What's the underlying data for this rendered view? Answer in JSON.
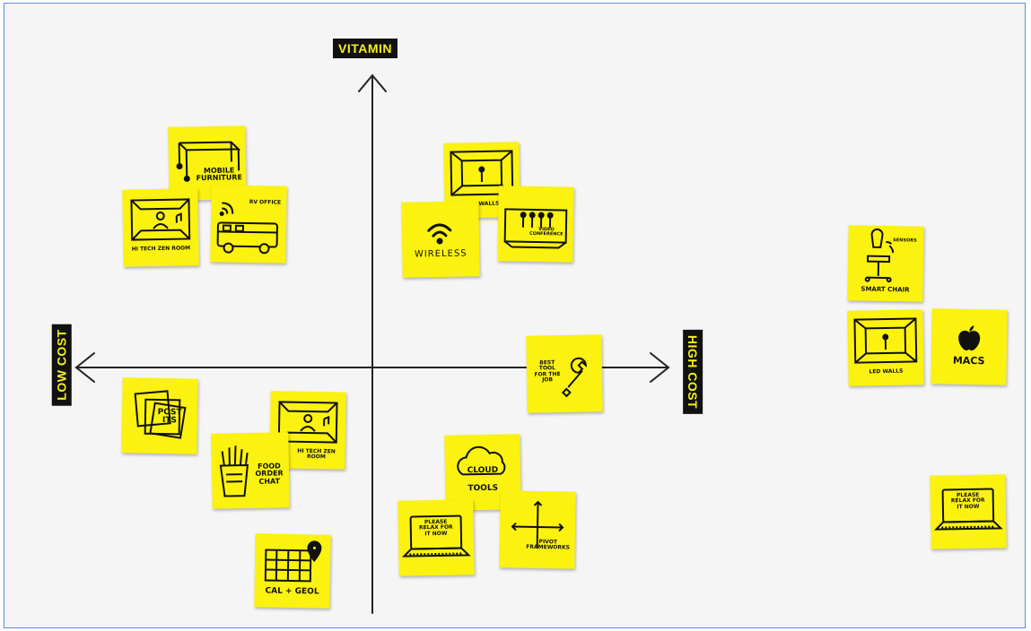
{
  "axes": {
    "top_label": "VITAMIN",
    "left_label": "LOW COST",
    "right_label": "HIGH COST"
  },
  "notes": [
    {
      "id": "mobile-furniture",
      "text": "MOBILE FURNITURE",
      "icon": "table-icon"
    },
    {
      "id": "hi-tech-zen-room-top",
      "text": "HI TECH ZEN ROOM",
      "icon": "zen-room-icon"
    },
    {
      "id": "rv-office",
      "text": "RV OFFICE",
      "icon": "rv-icon"
    },
    {
      "id": "led-walls-center",
      "text": "LED WALLS",
      "icon": "led-room-icon"
    },
    {
      "id": "wireless",
      "text": "WIRELESS",
      "icon": "wifi-icon"
    },
    {
      "id": "video-conference",
      "text": "VIDEO CONFERENCE",
      "icon": "conference-icon"
    },
    {
      "id": "best-tool",
      "text": "BEST TOOL FOR THE JOB",
      "icon": "wrench-icon"
    },
    {
      "id": "post-its",
      "text": "POST ITS",
      "icon": "sticky-notes-icon"
    },
    {
      "id": "hi-tech-zen-room-bottom",
      "text": "HI TECH ZEN ROOM",
      "icon": "zen-room-icon"
    },
    {
      "id": "food-order-chat",
      "text": "FOOD ORDER CHAT",
      "icon": "fries-icon"
    },
    {
      "id": "cal-geol",
      "text": "CAL + GEOL",
      "icon": "map-pin-icon"
    },
    {
      "id": "cloud-tools",
      "text": "CLOUD TOOLS",
      "icon": "cloud-icon"
    },
    {
      "id": "please-relax-center",
      "text": "PLEASE RELAX FOR IT NOW",
      "icon": "laptop-icon"
    },
    {
      "id": "pivot-frameworks",
      "text": "PIVOT FRAMEWORKS",
      "icon": "cross-axis-icon"
    },
    {
      "id": "smart-chair",
      "text": "SMART CHAIR",
      "icon": "chair-icon",
      "subtext": "SENSORS"
    },
    {
      "id": "led-walls-right",
      "text": "LED WALLS",
      "icon": "led-room-icon"
    },
    {
      "id": "macs",
      "text": "MACS",
      "icon": "apple-icon"
    },
    {
      "id": "please-relax-right",
      "text": "PLEASE RELAX FOR IT NOW",
      "icon": "laptop-icon"
    }
  ],
  "colors": {
    "note": "#fbf20f",
    "label_bg": "#111111",
    "label_text": "#f6ef1b",
    "axis": "#222222",
    "board_border": "#5b8fd6"
  }
}
